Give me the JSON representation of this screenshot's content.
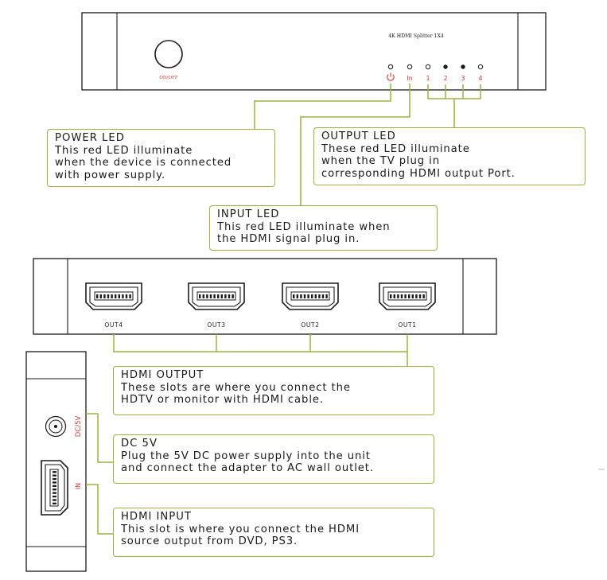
{
  "front_panel": {
    "model_label": "4K HDMI Splitter 1X4",
    "power_button_label": "ON/OFF",
    "indicator_labels": [
      "In",
      "1",
      "2",
      "3",
      "4"
    ]
  },
  "rear_panel": {
    "port_labels": [
      "OUT4",
      "OUT3",
      "OUT2",
      "OUT1"
    ]
  },
  "side_panel": {
    "dc_label": "DC/5V",
    "in_label": "IN"
  },
  "callouts": {
    "power_led": {
      "title": "POWER LED",
      "lines": [
        "This red LED illuminate",
        "when the device is connected",
        "with power supply."
      ]
    },
    "output_led": {
      "title": "OUTPUT LED",
      "lines": [
        "These red LED illuminate",
        "when the TV plug in",
        "corresponding HDMI output Port."
      ]
    },
    "input_led": {
      "title": "INPUT LED",
      "lines": [
        "This red LED illuminate when",
        "the HDMI signal plug in."
      ]
    },
    "hdmi_output": {
      "title": "HDMI OUTPUT",
      "lines": [
        "These slots are where you connect the",
        "HDTV or monitor with HDMI cable."
      ]
    },
    "dc_5v": {
      "title": "DC 5V",
      "lines": [
        "Plug the 5V DC power supply into the unit",
        "and connect the adapter to AC wall outlet."
      ]
    },
    "hdmi_input": {
      "title": "HDMI INPUT",
      "lines": [
        "This slot is where you connect the HDMI",
        "source output from DVD, PS3."
      ]
    }
  },
  "colors": {
    "callout_border": "#9bb33a",
    "leader_line": "#9bb33a",
    "label_red": "#d9342b",
    "device_outline": "#1a1a1a"
  }
}
